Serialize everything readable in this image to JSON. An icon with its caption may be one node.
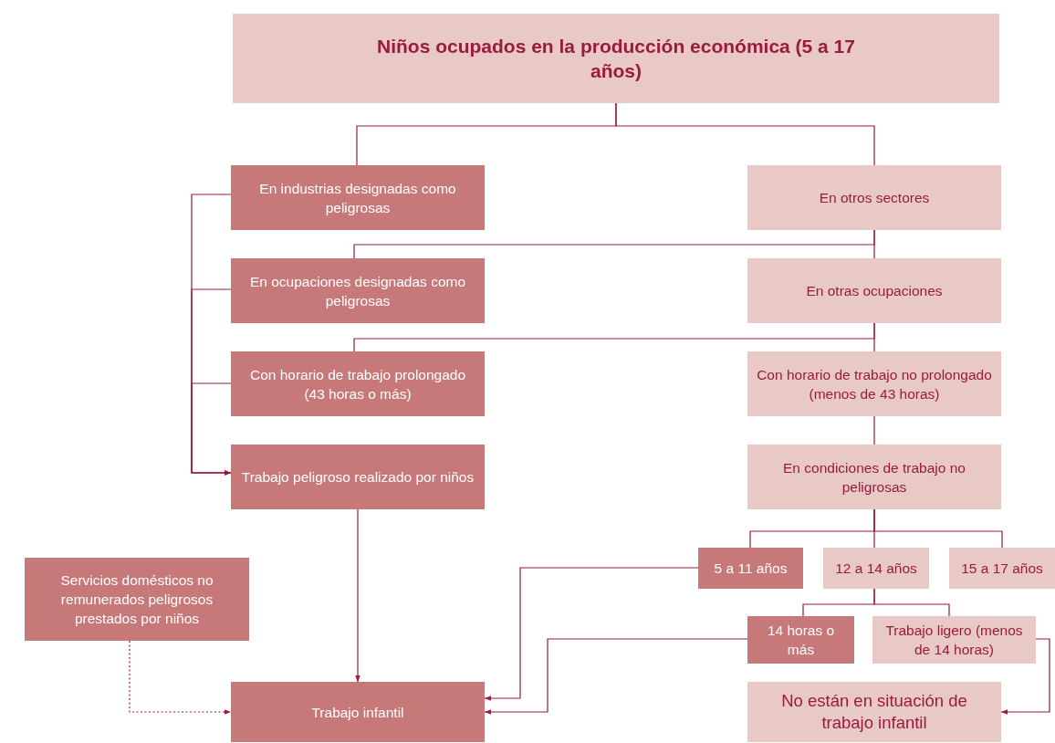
{
  "diagram": {
    "nodes": [
      {
        "text": [
          "Niños ocupados en la producción económica (5 a 17 años)"
        ]
      },
      {
        "text": [
          "En industrias designadas como peligrosas"
        ]
      },
      {
        "text": [
          "En otros sectores"
        ]
      },
      {
        "text": [
          "En ocupaciones designadas como peligrosas"
        ]
      },
      {
        "text": [
          "En otras ocupaciones"
        ]
      },
      {
        "text": [
          "Con horario de trabajo prolongado (43 horas o más)"
        ]
      },
      {
        "text": [
          "Con horario de trabajo no prolongado (menos de 43 horas)"
        ]
      },
      {
        "text": [
          "Trabajo peligroso realizado por niños"
        ]
      },
      {
        "text": [
          "En condiciones de trabajo no peligrosas"
        ]
      },
      {
        "text": [
          "5 a 11 años"
        ]
      },
      {
        "text": [
          "12 a 14 años"
        ]
      },
      {
        "text": [
          "15 a 17 años"
        ]
      },
      {
        "text": [
          "14 horas o más"
        ]
      },
      {
        "text": [
          "Trabajo ligero (menos de 14 horas)"
        ]
      },
      {
        "text": [
          "Servicios domésticos no remunerados peligrosos prestados por niños"
        ]
      },
      {
        "text": [
          "Trabajo infantil"
        ]
      },
      {
        "text": [
          "No están en situación de trabajo infantil"
        ]
      }
    ],
    "edges": [
      {
        "from": 0,
        "to": 1,
        "arrow": "none"
      },
      {
        "from": 0,
        "to": 2,
        "arrow": "none"
      },
      {
        "from": 2,
        "to": 3,
        "arrow": "none"
      },
      {
        "from": 2,
        "to": 4,
        "arrow": "none"
      },
      {
        "from": 4,
        "to": 5,
        "arrow": "none"
      },
      {
        "from": 4,
        "to": 6,
        "arrow": "none"
      },
      {
        "from": 6,
        "to": 8,
        "arrow": "none"
      },
      {
        "from": 1,
        "to": 7,
        "arrow": "to"
      },
      {
        "from": 3,
        "to": 7,
        "arrow": "to"
      },
      {
        "from": 5,
        "to": 7,
        "arrow": "to"
      },
      {
        "from": 8,
        "to": 9,
        "arrow": "none"
      },
      {
        "from": 8,
        "to": 10,
        "arrow": "none"
      },
      {
        "from": 8,
        "to": 11,
        "arrow": "none"
      },
      {
        "from": 10,
        "to": 12,
        "arrow": "none"
      },
      {
        "from": 10,
        "to": 13,
        "arrow": "none"
      },
      {
        "from": 7,
        "to": 15,
        "arrow": "to"
      },
      {
        "from": 14,
        "to": 15,
        "arrow": "to",
        "style": "dashed"
      },
      {
        "from": 9,
        "to": 15,
        "arrow": "to"
      },
      {
        "from": 12,
        "to": 15,
        "arrow": "to"
      },
      {
        "from": 13,
        "to": 16,
        "arrow": "to"
      }
    ]
  }
}
